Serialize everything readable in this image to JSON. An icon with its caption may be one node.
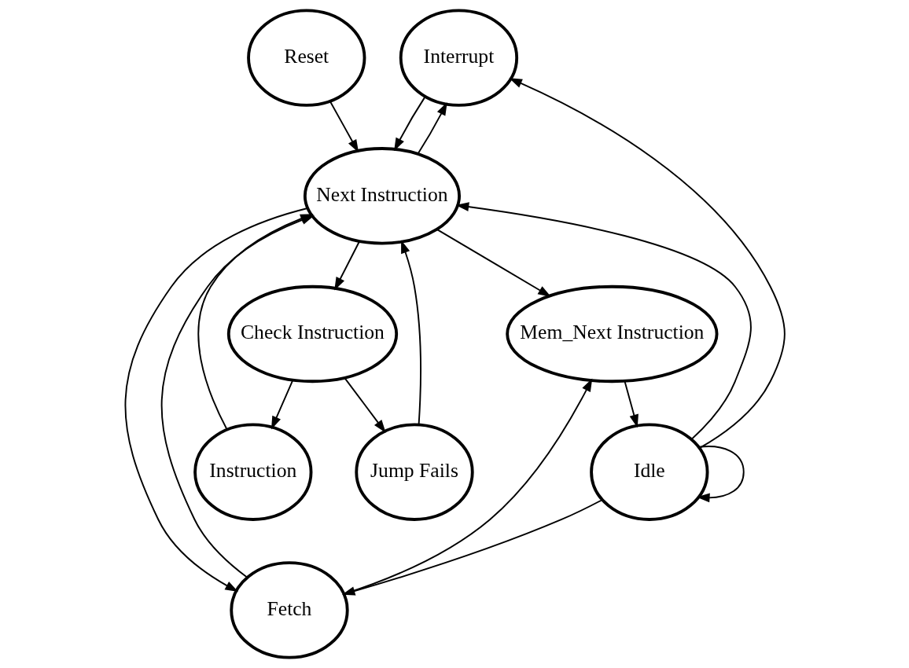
{
  "diagram": {
    "nodes": [
      {
        "text": [
          "Interrupt"
        ]
      },
      {
        "text": [
          "Fetch"
        ]
      },
      {
        "text": [
          "Instruction"
        ]
      },
      {
        "text": [
          "Reset"
        ]
      },
      {
        "text": [
          "Next Instruction"
        ]
      },
      {
        "text": [
          "Check Instruction"
        ]
      },
      {
        "text": [
          "Mem_Next Instruction"
        ]
      },
      {
        "text": [
          "Idle"
        ]
      },
      {
        "text": [
          "Jump Fails"
        ]
      }
    ],
    "edges": [
      {
        "from": 0,
        "to": 4,
        "arrow": "to"
      },
      {
        "from": 4,
        "to": 0,
        "arrow": "to"
      },
      {
        "from": 1,
        "to": 4,
        "arrow": "to"
      },
      {
        "from": 4,
        "to": 1,
        "arrow": "to"
      },
      {
        "from": 2,
        "to": 4,
        "arrow": "to"
      },
      {
        "from": 3,
        "to": 4,
        "arrow": "to"
      },
      {
        "from": 4,
        "to": 5,
        "arrow": "to"
      },
      {
        "from": 5,
        "to": 2,
        "arrow": "to"
      },
      {
        "from": 5,
        "to": 8,
        "arrow": "to"
      },
      {
        "from": 8,
        "to": 4,
        "arrow": "to"
      },
      {
        "from": 7,
        "to": 4,
        "arrow": "to"
      },
      {
        "from": 4,
        "to": 6,
        "arrow": "to"
      },
      {
        "from": 6,
        "to": 7,
        "arrow": "to"
      },
      {
        "from": 7,
        "to": 7,
        "arrow": "to"
      },
      {
        "from": 1,
        "to": 6,
        "arrow": "to"
      },
      {
        "from": 7,
        "to": 0,
        "arrow": "to"
      },
      {
        "from": 7,
        "to": 1,
        "arrow": "to"
      }
    ]
  }
}
